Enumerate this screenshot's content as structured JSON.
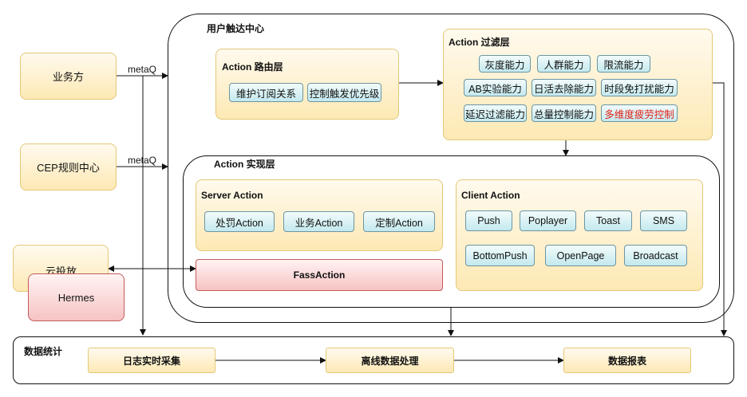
{
  "sources": {
    "biz": "业务方",
    "cep": "CEP规则中心",
    "cloud": "云投放",
    "hermes": "Hermes",
    "metaq_1": "metaQ",
    "metaq_2": "metaQ"
  },
  "touch_center": {
    "title": "用户触达中心",
    "route_layer": {
      "title": "Action 路由层",
      "items": [
        "维护订阅关系",
        "控制触发优先级"
      ]
    },
    "filter_layer": {
      "title": "Action 过滤层",
      "items": [
        "灰度能力",
        "人群能力",
        "限流能力",
        "AB实验能力",
        "日活去除能力",
        "时段免打扰能力",
        "延迟过滤能力",
        "总量控制能力",
        "多维度疲劳控制"
      ],
      "highlight_color": "#e2231a"
    },
    "impl_layer": {
      "title": "Action 实现层",
      "server": {
        "title": "Server Action",
        "items": [
          "处罚Action",
          "业务Action",
          "定制Action"
        ]
      },
      "fass": "FassAction",
      "client": {
        "title": "Client Action",
        "items": [
          "Push",
          "Poplayer",
          "Toast",
          "SMS",
          "BottomPush",
          "OpenPage",
          "Broadcast"
        ]
      }
    }
  },
  "stats": {
    "title": "数据统计",
    "steps": [
      "日志实时采集",
      "离线数据处理",
      "数据报表"
    ]
  }
}
